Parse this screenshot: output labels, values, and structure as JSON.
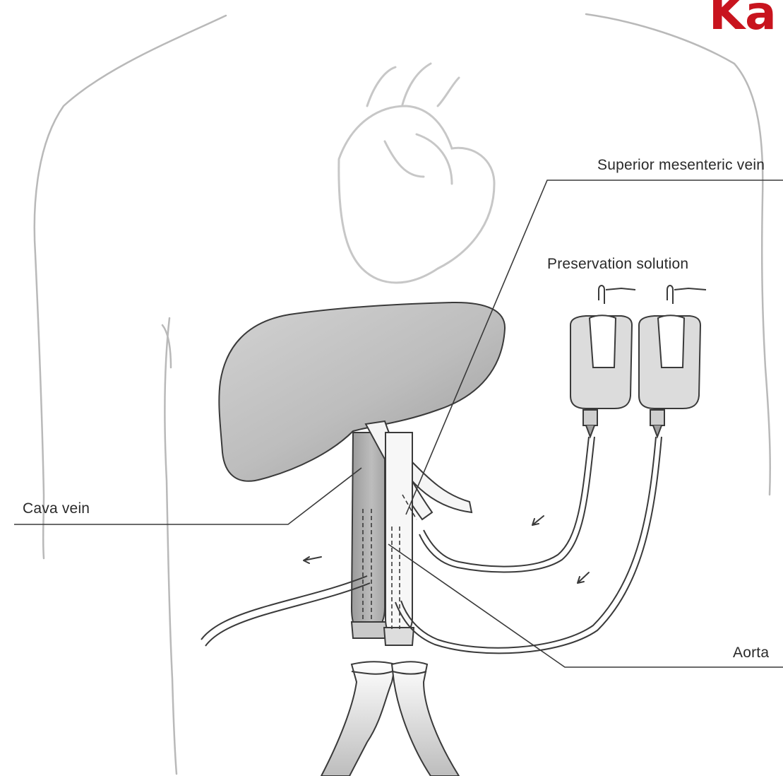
{
  "header": {
    "corner_title": "Ka"
  },
  "labels": {
    "superior_mesenteric_vein": "Superior mesenteric vein",
    "preservation_solution": "Preservation solution",
    "cava_vein": "Cava vein",
    "aorta": "Aorta"
  },
  "colors": {
    "accent_title": "#c8141e",
    "outline": "#3a3a3a",
    "body_outline": "#b9b9b9",
    "liver_fill": "#a9a9a9"
  }
}
